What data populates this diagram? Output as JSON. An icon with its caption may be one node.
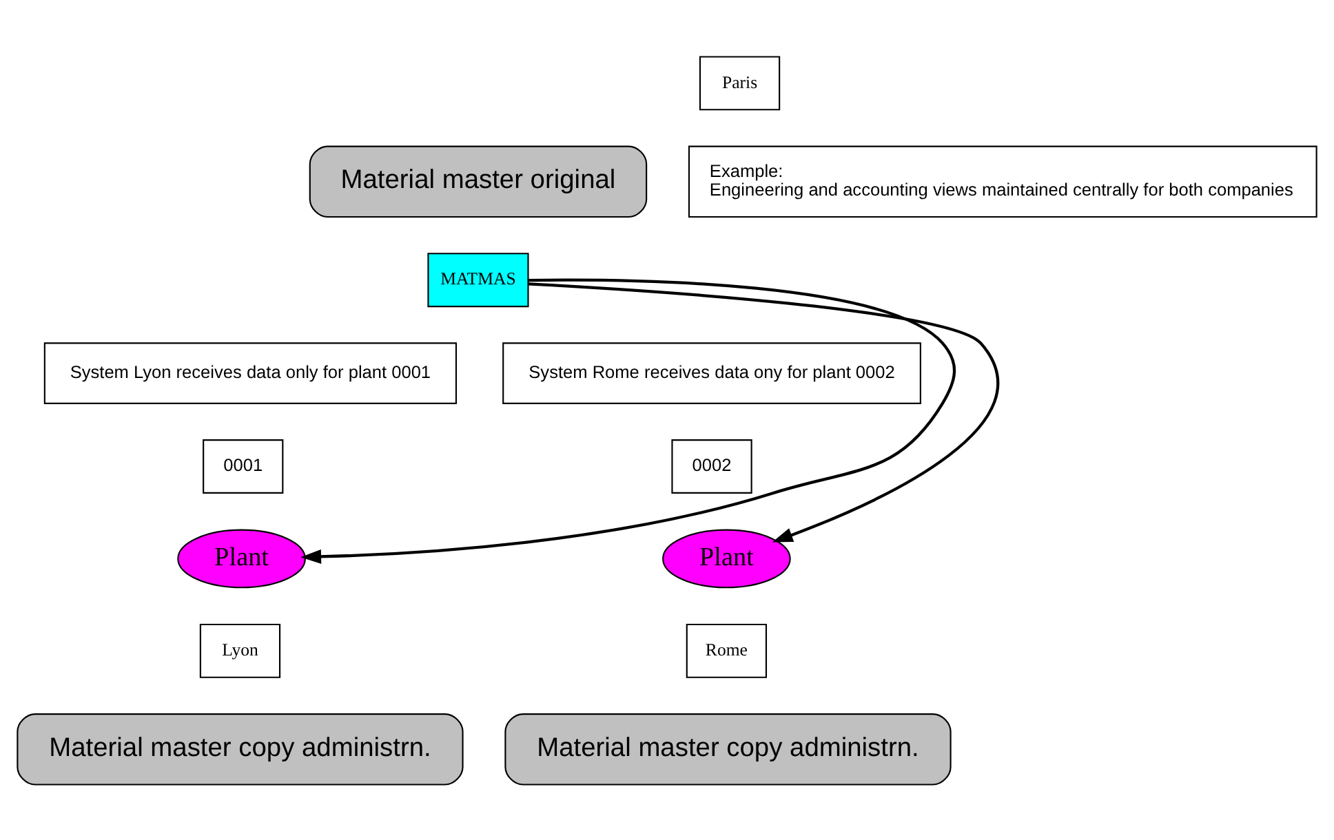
{
  "diagram": {
    "nodes": [
      {
        "text": [
          "Paris"
        ]
      },
      {
        "text": [
          "Material master original"
        ]
      },
      {
        "text": [
          "MATMAS"
        ]
      },
      {
        "text": [
          "Example:",
          "Engineering and accounting views maintained centrally for both companies"
        ]
      },
      {
        "text": [
          "System Lyon receives data only for plant 0001"
        ]
      },
      {
        "text": [
          "System Rome receives data ony for plant 0002"
        ]
      },
      {
        "text": [
          "0001"
        ]
      },
      {
        "text": [
          "Plant"
        ]
      },
      {
        "text": [
          "Lyon"
        ]
      },
      {
        "text": [
          "Material master copy administrn."
        ]
      },
      {
        "text": [
          "0002"
        ]
      },
      {
        "text": [
          "Plant"
        ]
      },
      {
        "text": [
          "Rome"
        ]
      },
      {
        "text": [
          "Material master copy administrn."
        ]
      }
    ],
    "edges": [
      {
        "from": 2,
        "to": 7,
        "arrow": "to"
      },
      {
        "from": 2,
        "to": 11,
        "arrow": "to"
      }
    ]
  }
}
